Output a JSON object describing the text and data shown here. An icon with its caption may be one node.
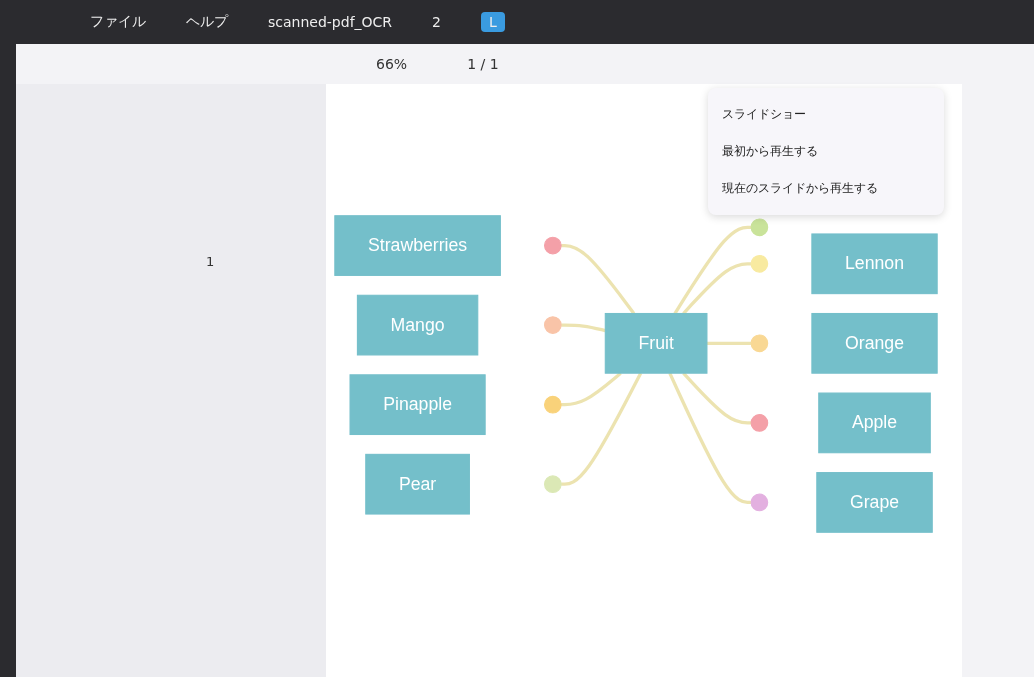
{
  "diagram": {
    "nodes": [
      {
        "text": [
          "Fruit"
        ]
      },
      {
        "text": [
          "Strawberries"
        ]
      },
      {
        "text": [],
        "shape": "circle"
      },
      {
        "text": [
          "Mango"
        ]
      },
      {
        "text": [],
        "shape": "circle"
      },
      {
        "text": [
          "Pinapple"
        ]
      },
      {
        "text": [],
        "shape": "circle"
      },
      {
        "text": [
          "Pear"
        ]
      },
      {
        "text": [],
        "shape": "circle"
      },
      {
        "text": [],
        "shape": "circle"
      },
      {
        "text": [],
        "shape": "circle"
      },
      {
        "text": [
          "Lennon"
        ]
      },
      {
        "text": [],
        "shape": "circle"
      },
      {
        "text": [
          "Orange"
        ]
      },
      {
        "text": [],
        "shape": "circle"
      },
      {
        "text": [
          "Apple"
        ]
      },
      {
        "text": [],
        "shape": "circle"
      },
      {
        "text": [
          "Grape"
        ]
      }
    ],
    "edges": [
      {
        "from": 2,
        "to": 0,
        "arrow": "none"
      },
      {
        "from": 4,
        "to": 0,
        "arrow": "none"
      },
      {
        "from": 6,
        "to": 0,
        "arrow": "none"
      },
      {
        "from": 8,
        "to": 0,
        "arrow": "none"
      },
      {
        "from": 0,
        "to": 9,
        "arrow": "none"
      },
      {
        "from": 0,
        "to": 10,
        "arrow": "none"
      },
      {
        "from": 0,
        "to": 12,
        "arrow": "none"
      },
      {
        "from": 0,
        "to": 14,
        "arrow": "none"
      },
      {
        "from": 0,
        "to": 16,
        "arrow": "none"
      }
    ],
    "labels": [
      "ファイル",
      "ヘルプ",
      "scanned-pdf_OCR",
      "2",
      "L",
      "66%",
      "1 / 1",
      "1",
      "スライドショー",
      "最初から再生する",
      "現在のスライドから再生する"
    ]
  }
}
